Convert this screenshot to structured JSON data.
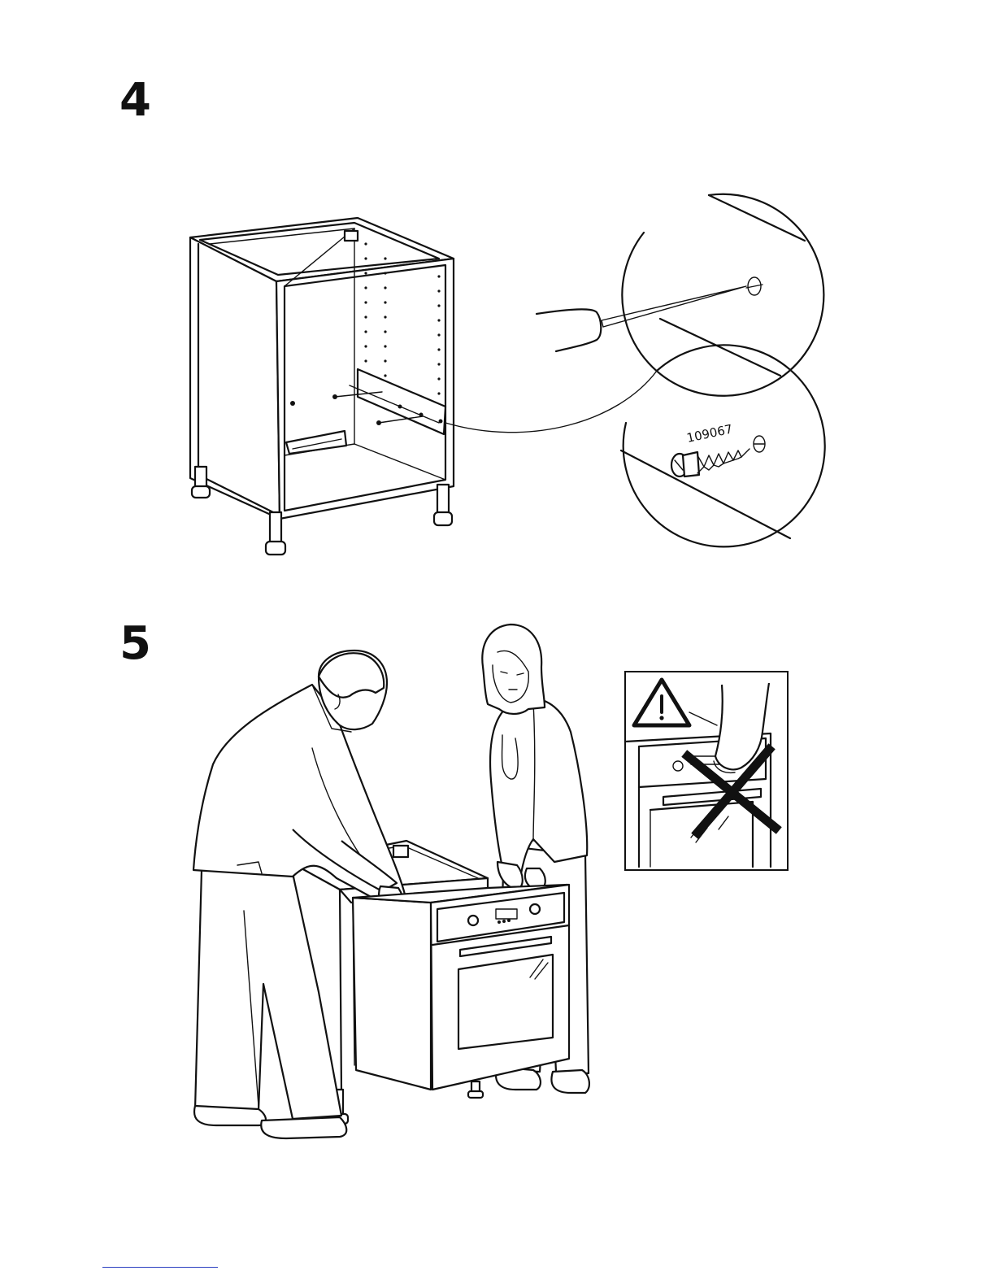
{
  "steps": [
    {
      "number": "4"
    },
    {
      "number": "5"
    }
  ],
  "step4": {
    "screw_part_number": "109067"
  },
  "step5": {
    "warning_icon": "warning-triangle-icon",
    "prohibited_icon": "x-cross-icon"
  },
  "colors": {
    "line": "#111111",
    "background": "#ffffff",
    "footer_rule": "#2a3fc0"
  }
}
